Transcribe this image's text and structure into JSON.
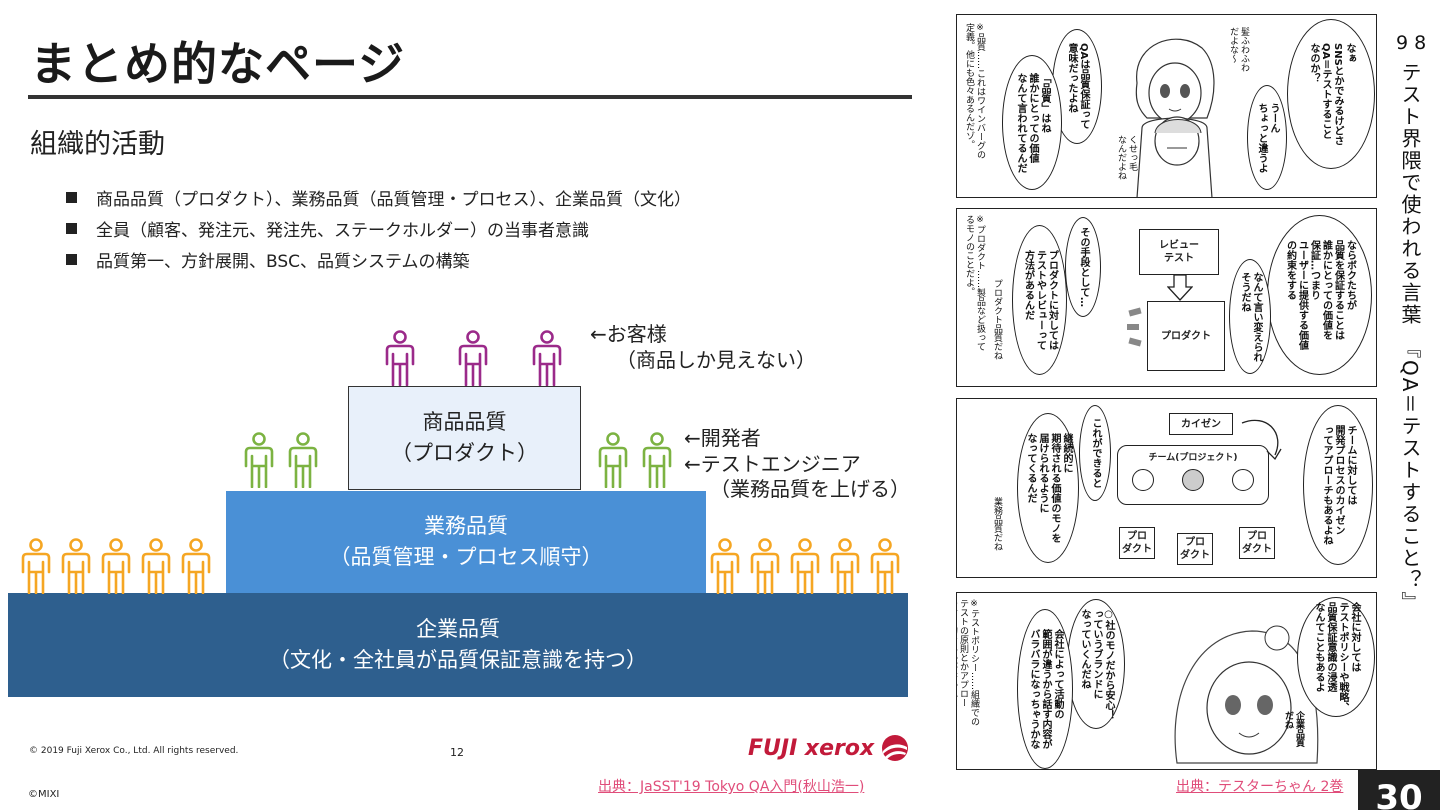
{
  "slide": {
    "title": "まとめ的なページ",
    "section_heading": "組織的活動",
    "bullets": [
      "商品品質（プロダクト）、業務品質（品質管理・プロセス）、企業品質（文化）",
      "全員（顧客、発注元、発注先、ステークホルダー）の当事者意識",
      "品質第一、方針展開、BSC、品質システムの構築"
    ],
    "pyramid": {
      "product": {
        "line1": "商品品質",
        "line2": "（プロダクト）"
      },
      "business": {
        "line1": "業務品質",
        "line2": "（品質管理・プロセス順守）"
      },
      "corporate": {
        "line1": "企業品質",
        "line2": "（文化・全社員が品質保証意識を持つ）"
      }
    },
    "labels": {
      "customer": "←お客様",
      "customer_note": "（商品しか見えない）",
      "developer": "←開発者",
      "test_engineer": "←テストエンジニア",
      "test_engineer_note": "（業務品質を上げる）"
    },
    "colors": {
      "customer_person": "#9b2a8a",
      "developer_person": "#7cb342",
      "employee_person": "#f5a623",
      "product_block": "#e8f0fa",
      "business_block": "#4a90d6",
      "corporate_block": "#2e5f8e"
    },
    "footer": {
      "copyright": "© 2019 Fuji Xerox Co., Ltd. All rights reserved.",
      "page": "12",
      "brand": "FUJI xerox",
      "brand_mark": "fuji-xerox-logo"
    }
  },
  "source_left": "出典：JaSST'19 Tokyo QA入門(秋山浩一)",
  "mixi_copyright": "©MIXI",
  "manga": {
    "panel1": {
      "b1": "なぁ\nSNSとかでみるけどさ\nQA＝テストすること\nなのか？",
      "b2": "うーん\nちょっと違うよ",
      "b3": "QAは品質保証って\n意味だったよね",
      "b4": "「品質」はね\n誰かにとっての価値\nなんて言われてるんだ",
      "s1": "髪ふわふわ\nだよな～",
      "s2": "くせっ毛\nなんだよね",
      "note": "※品質……これはワインバーグの\n定義。他にも色々あるんだゾ。"
    },
    "panel2": {
      "b1": "ならボクたちが\n品質を保証することは\n誰かにとっての価値を\n保証…つまり\nユーザーに提供する価値\nの約束をする",
      "b2": "なんて言い変えられ\nそうだね",
      "b3": "その手段として…",
      "b4": "プロダクトに対しては\nテストやレビューって\n方法があるんだ",
      "box1": "レビュー\nテスト",
      "box2": "プロダクト",
      "s1": "プロダクト品質だね",
      "note": "※プロダクト……製品など扱って\nるモノのことだよ。"
    },
    "panel3": {
      "b1": "チームに対しては\n開発プロセスのカイゼン\nってアプローチもあるよね",
      "b2": "これができると",
      "b3": "継続的に\n期待される価値のモノを\n届けられるように\nなってくるんだ",
      "box_kaizen": "カイゼン",
      "team": "チーム(プロジェクト)",
      "prod1": "プロ\nダクト",
      "prod2": "プロ\nダクト",
      "prod3": "プロ\nダクト",
      "s1": "業務品質だね"
    },
    "panel4": {
      "b1": "会社に対しては\nテストポリシーや戦略、\n品質保証意識の浸透\nなんてこともあるよ",
      "b2": "○社のモノだから安心！\nっていうブランドに\nなっていくんだね",
      "b3": "会社によって活動の\n範囲が違うから話す内容が\nバラバラになっちゃうかな",
      "s1": "企業品質\nだね",
      "note": "※テストポリシー……組織での\nテストの原則とかアプロー\nチ、目的なんかが書かれた\nドキュメント。"
    }
  },
  "side": {
    "page_number": "98",
    "vertical_title": "テスト界隈で使われる言葉　『QA＝テストすること？』"
  },
  "source_right": "出典：テスターちゃん 2巻",
  "slide_number": "30"
}
